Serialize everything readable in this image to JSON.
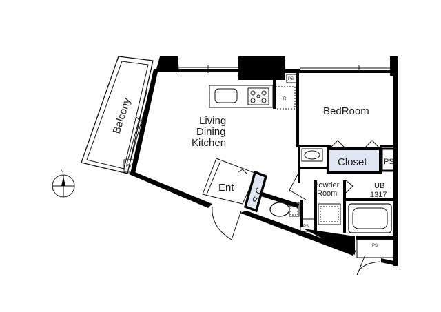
{
  "labels": {
    "balcony": "Balcony",
    "ldk_line1": "Living",
    "ldk_line2": "Dining",
    "ldk_line3": "Kitchen",
    "bedroom": "BedRoom",
    "closet": "Closet",
    "ps": "PS",
    "ub_line1": "UB",
    "ub_line2": "1317",
    "powder_line1": "Powder",
    "powder_line2": "Room",
    "entrance": "Ent",
    "shoe_closet": "S.C",
    "refrigerator": "R",
    "north": "N"
  }
}
